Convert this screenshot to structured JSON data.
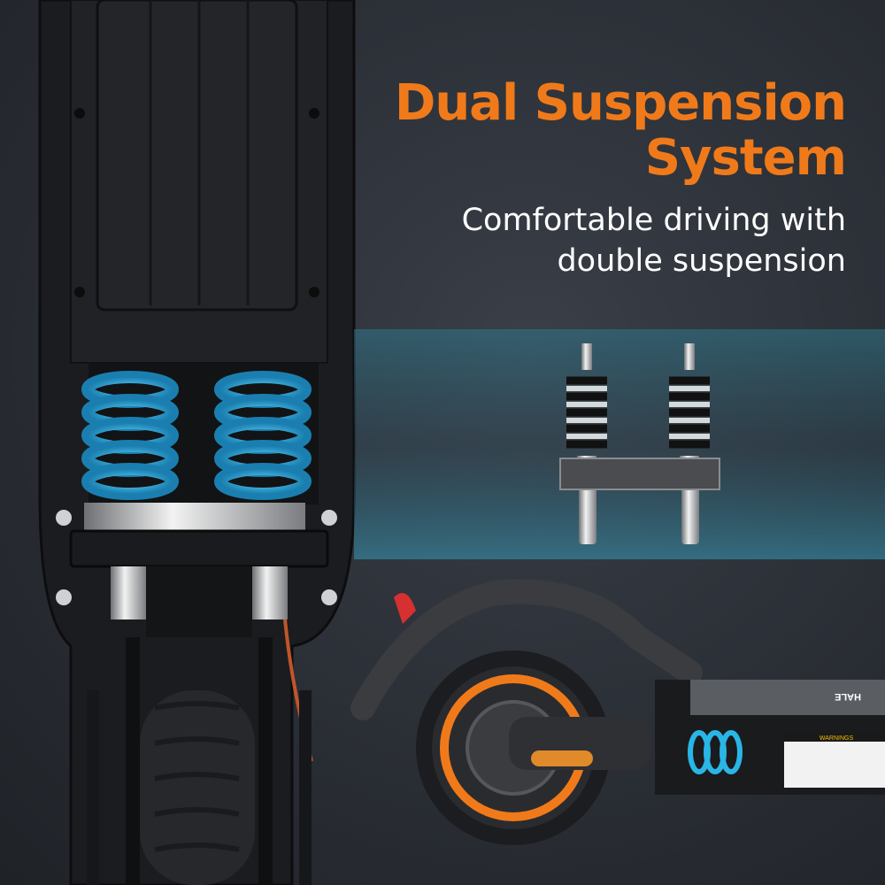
{
  "headline": {
    "line1": "Dual Suspension",
    "line2": "System"
  },
  "subline": {
    "line1": "Comfortable driving with",
    "line2": "double suspension"
  },
  "warning_label": "WARNINGS",
  "deck_brand_fragment": "HALE",
  "colors": {
    "headline": "#f07a1a",
    "subline": "#ffffff",
    "spring_glow": "#29b6e6",
    "background": "#2a2e35",
    "wheel_ring": "#f07a1a"
  }
}
